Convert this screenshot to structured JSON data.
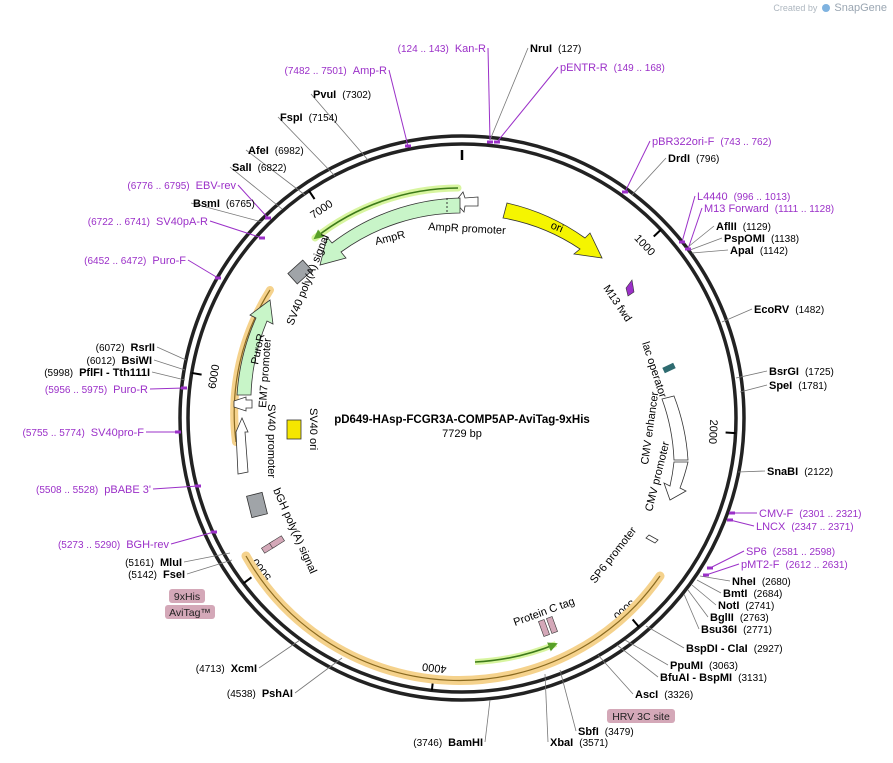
{
  "credit": {
    "created_by": "Created by",
    "brand": "SnapGene"
  },
  "map": {
    "name": "pD649-HAsp-FCGR3A-COMP5AP-AviTag-9xHis",
    "length_label": "7729 bp",
    "total_bp": 7729,
    "ticks": [
      {
        "label": "1000",
        "bp": 1000
      },
      {
        "label": "2000",
        "bp": 2000
      },
      {
        "label": "3000",
        "bp": 3000
      },
      {
        "label": "4000",
        "bp": 4000
      },
      {
        "label": "5000",
        "bp": 5000
      },
      {
        "label": "6000",
        "bp": 6000
      },
      {
        "label": "7000",
        "bp": 7000
      }
    ]
  },
  "colors": {
    "enzyme_text": "#000000",
    "primer_text": "#9b30c8",
    "ori": "#f5f500",
    "ampr": "#c8f5c8",
    "tag_fill": "#d4a8b8",
    "orf_highlight": "#f5d28c",
    "orf_arrow": "#58a028",
    "grey_feature": "#a0a4a8",
    "lac_operator": "#2e6b70",
    "sv40_ori": "#f5e600"
  },
  "enzymes_left": [
    {
      "name": "NruI",
      "pos": "(127)"
    },
    {
      "name": "PvuI",
      "pos": "(7302)"
    },
    {
      "name": "FspI",
      "pos": "(7154)"
    },
    {
      "name": "AfeI",
      "pos": "(6982)"
    },
    {
      "name": "SalI",
      "pos": "(6822)"
    },
    {
      "name": "BsmI",
      "pos": "(6765)"
    },
    {
      "name": "RsrII",
      "pos": "(6072)"
    },
    {
      "name": "BsiWI",
      "pos": "(6012)"
    },
    {
      "name": "PflFI - Tth111I",
      "pos": "(5998)"
    },
    {
      "name": "MluI",
      "pos": "(5161)"
    },
    {
      "name": "FseI",
      "pos": "(5142)"
    },
    {
      "name": "XcmI",
      "pos": "(4713)"
    },
    {
      "name": "PshAI",
      "pos": "(4538)"
    },
    {
      "name": "BamHI",
      "pos": "(3746)"
    }
  ],
  "enzymes_right": [
    {
      "name": "DrdI",
      "pos": "(796)"
    },
    {
      "name": "AflII",
      "pos": "(1129)"
    },
    {
      "name": "PspOMI",
      "pos": "(1138)"
    },
    {
      "name": "ApaI",
      "pos": "(1142)"
    },
    {
      "name": "EcoRV",
      "pos": "(1482)"
    },
    {
      "name": "BsrGI",
      "pos": "(1725)"
    },
    {
      "name": "SpeI",
      "pos": "(1781)"
    },
    {
      "name": "SnaBI",
      "pos": "(2122)"
    },
    {
      "name": "NheI",
      "pos": "(2680)"
    },
    {
      "name": "BmtI",
      "pos": "(2684)"
    },
    {
      "name": "NotI",
      "pos": "(2741)"
    },
    {
      "name": "BglII",
      "pos": "(2763)"
    },
    {
      "name": "Bsu36I",
      "pos": "(2771)"
    },
    {
      "name": "BspDI - ClaI",
      "pos": "(2927)"
    },
    {
      "name": "PpuMI",
      "pos": "(3063)"
    },
    {
      "name": "BfuAI - BspMI",
      "pos": "(3131)"
    },
    {
      "name": "AscI",
      "pos": "(3326)"
    },
    {
      "name": "SbfI",
      "pos": "(3479)"
    },
    {
      "name": "XbaI",
      "pos": "(3571)"
    }
  ],
  "primers": [
    {
      "name": "Kan-R",
      "range": "(124 .. 143)"
    },
    {
      "name": "pENTR-R",
      "range": "(149 .. 168)"
    },
    {
      "name": "Amp-R",
      "range": "(7482 .. 7501)"
    },
    {
      "name": "pBR322ori-F",
      "range": "(743 .. 762)"
    },
    {
      "name": "EBV-rev",
      "range": "(6776 .. 6795)"
    },
    {
      "name": "L4440",
      "range": "(996 .. 1013)"
    },
    {
      "name": "M13 Forward",
      "range": "(1111 .. 1128)"
    },
    {
      "name": "SV40pA-R",
      "range": "(6722 .. 6741)"
    },
    {
      "name": "Puro-F",
      "range": "(6452 .. 6472)"
    },
    {
      "name": "Puro-R",
      "range": "(5956 .. 5975)"
    },
    {
      "name": "SV40pro-F",
      "range": "(5755 .. 5774)"
    },
    {
      "name": "pBABE 3'",
      "range": "(5508 .. 5528)"
    },
    {
      "name": "CMV-F",
      "range": "(2301 .. 2321)"
    },
    {
      "name": "LNCX",
      "range": "(2347 .. 2371)"
    },
    {
      "name": "SP6",
      "range": "(2581 .. 2598)"
    },
    {
      "name": "pMT2-F",
      "range": "(2612 .. 2631)"
    },
    {
      "name": "BGH-rev",
      "range": "(5273 .. 5290)"
    }
  ],
  "features": {
    "ori": "ori",
    "ampr": "AmpR",
    "ampr_promoter": "AmpR promoter",
    "m13_fwd": "M13 fwd",
    "lac_operator": "lac operator",
    "cmv_enhancer": "CMV enhancer",
    "cmv_promoter": "CMV promoter",
    "sp6_promoter": "SP6 promoter",
    "protein_c_tag": "Protein C tag",
    "sv40_polya": "SV40 poly(A) signal",
    "puror": "PuroR",
    "em7_promoter": "EM7 promoter",
    "sv40_promoter": "SV40 promoter",
    "sv40_ori": "SV40 ori",
    "bgh_polya": "bGH poly(A) signal"
  },
  "tag_boxes": {
    "his": "9xHis",
    "avitag": "AviTag™",
    "hrv3c": "HRV 3C site"
  }
}
